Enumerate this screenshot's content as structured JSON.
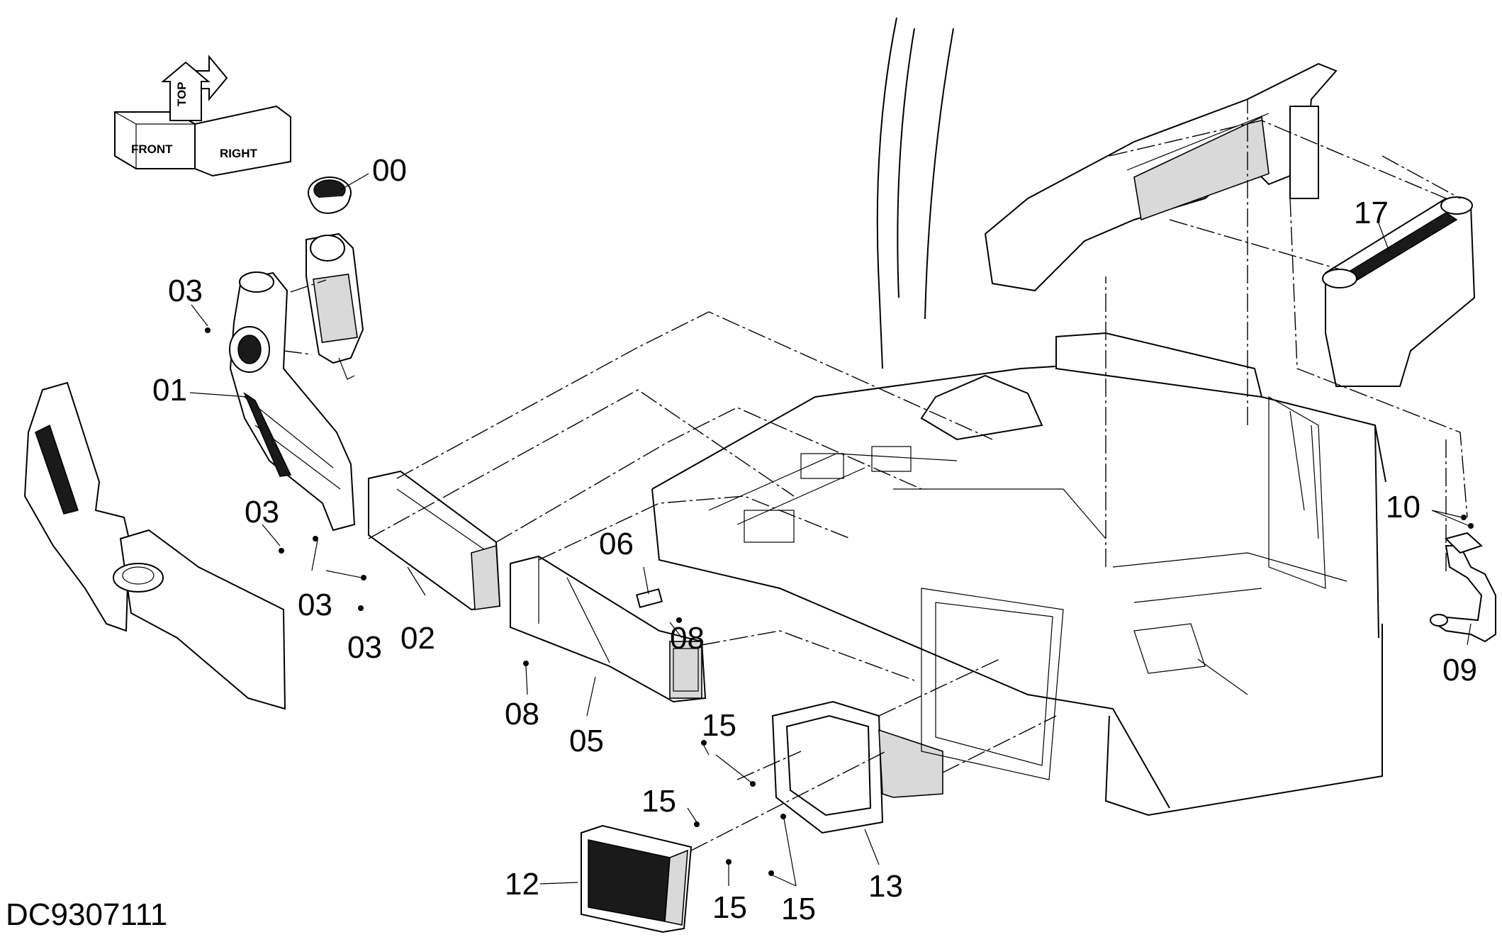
{
  "drawing_number": "DC9307111",
  "orientation": {
    "front": "FRONT",
    "top": "TOP",
    "right": "RIGHT"
  },
  "callouts": {
    "c00": "00",
    "c01": "01",
    "c02": "02",
    "c03a": "03",
    "c03b": "03",
    "c03c": "03",
    "c03d": "03",
    "c05": "05",
    "c06": "06",
    "c08a": "08",
    "c08b": "08",
    "c09": "09",
    "c10": "10",
    "c12": "12",
    "c13": "13",
    "c15a": "15",
    "c15b": "15",
    "c15c": "15",
    "c15d": "15",
    "c17": "17"
  }
}
